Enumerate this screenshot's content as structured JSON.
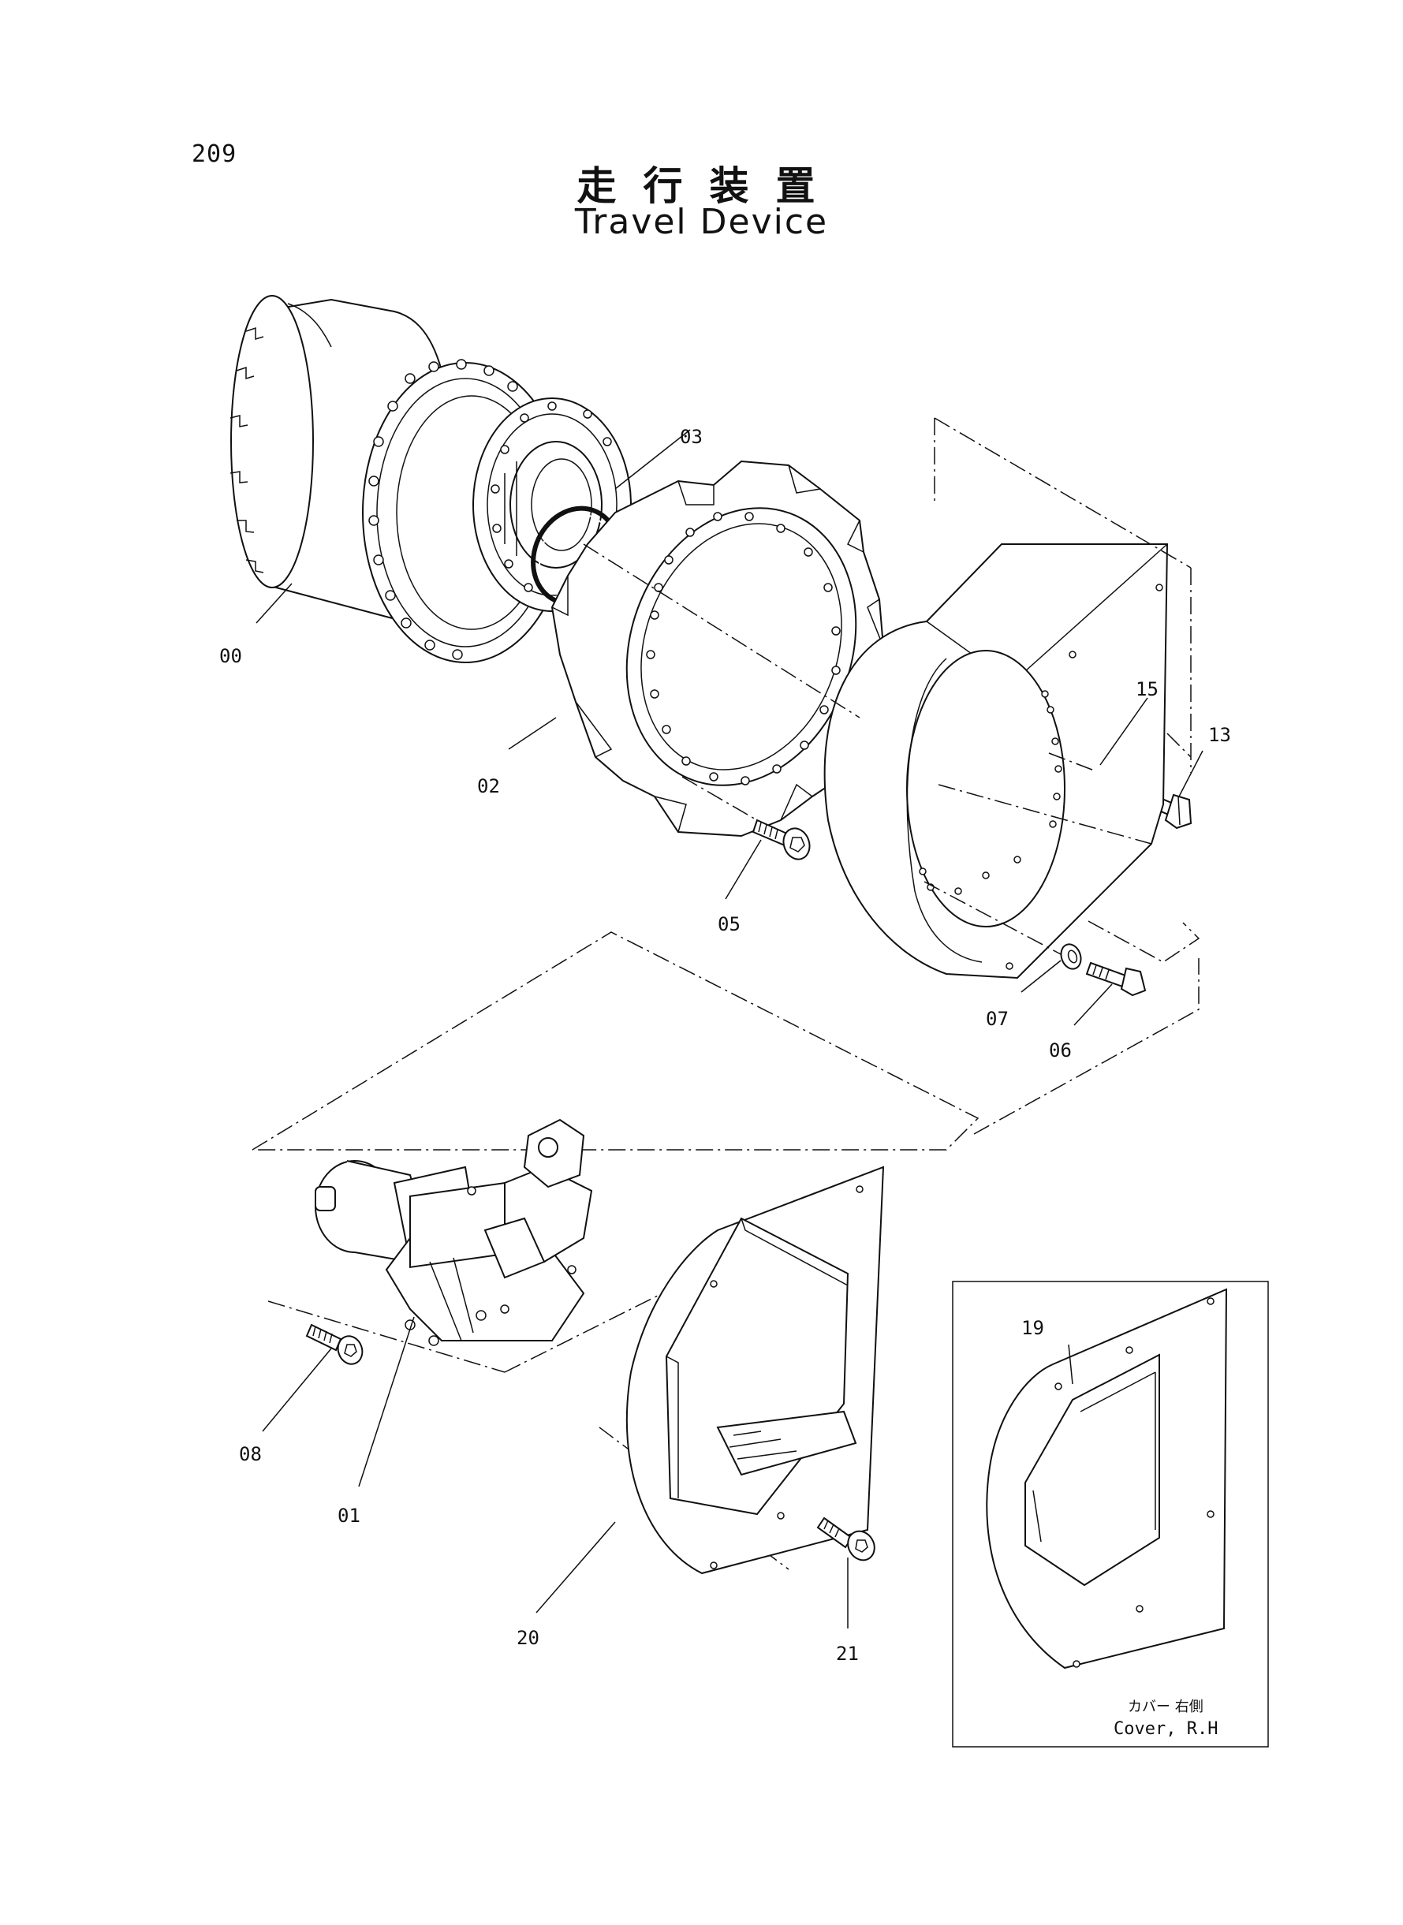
{
  "page_number": "209",
  "title_jp": "走行装置",
  "title_en": "Travel Device",
  "callouts": {
    "p00": "00",
    "p01": "01",
    "p02": "02",
    "p03": "03",
    "p05": "05",
    "p06": "06",
    "p07": "07",
    "p08": "08",
    "p13": "13",
    "p15": "15",
    "p19": "19",
    "p20": "20",
    "p21": "21"
  },
  "inset": {
    "label_jp": "カバー 右側",
    "label_en": "Cover, R.H"
  }
}
